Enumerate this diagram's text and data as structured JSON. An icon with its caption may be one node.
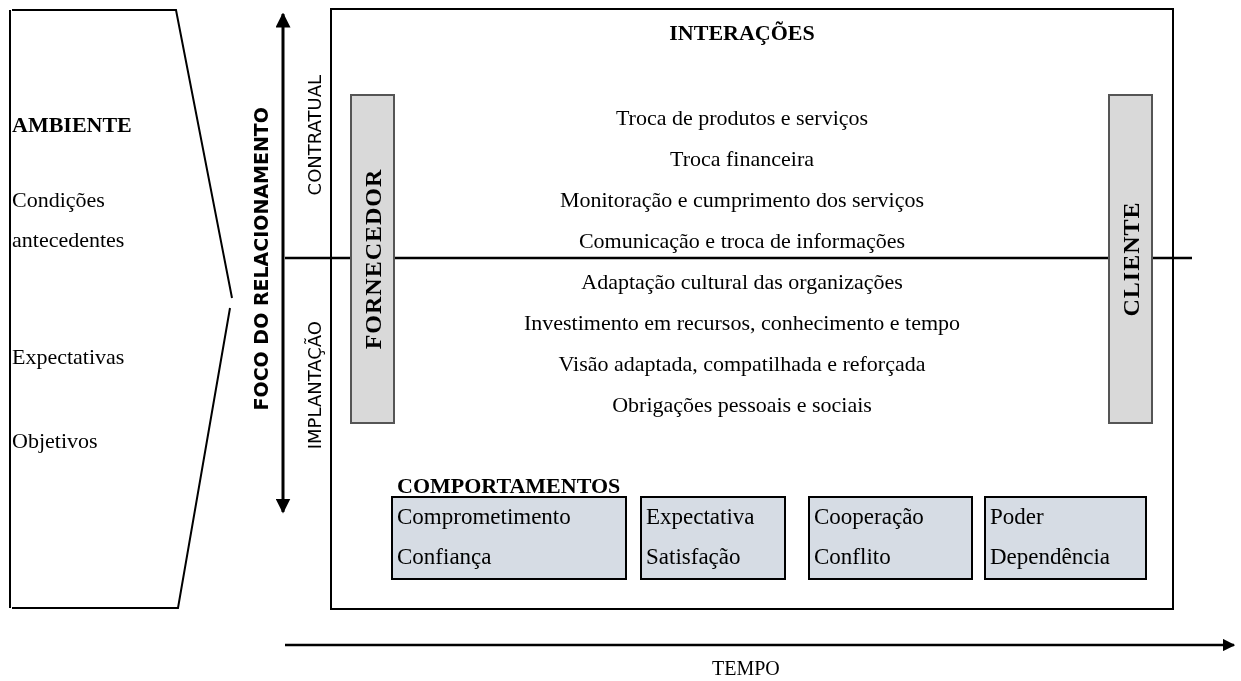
{
  "diagram": {
    "nodes": [
      {
        "text": [
          "AMBIENTE",
          "Condições antecedentes",
          "Expectativas",
          "Objetivos"
        ]
      },
      {
        "text": [
          "INTERAÇÕES",
          "Troca de produtos e serviços",
          "Troca financeira",
          "Monitoração e cumprimento dos serviços",
          "Comunicação e troca de informações",
          "Adaptação cultural das organizações",
          "Investimento em recursos, conhecimento e tempo",
          "Visão adaptada, compatilhada e reforçada",
          "Obrigações pessoais e sociais"
        ]
      },
      {
        "text": [
          "FORNECEDOR"
        ],
        "in": 1
      },
      {
        "text": [
          "CLIENTE"
        ],
        "in": 1
      },
      {
        "text": [
          "Comprometimento",
          "Confiança"
        ],
        "in": 1
      },
      {
        "text": [
          "Expectativa",
          "Satisfação"
        ],
        "in": 1
      },
      {
        "text": [
          "Cooperação",
          "Conflito"
        ],
        "in": 1
      },
      {
        "text": [
          "Poder",
          "Dependência"
        ],
        "in": 1
      }
    ],
    "labels": [
      "FOCO DO RELACIONAMENTO",
      "CONTRATUAL",
      "IMPLANTAÇÃO",
      "COMPORTAMENTOS",
      "TEMPO"
    ]
  }
}
